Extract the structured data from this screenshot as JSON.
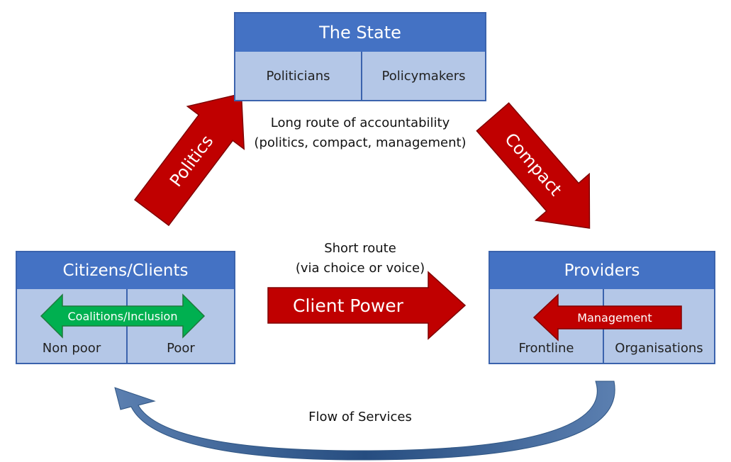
{
  "state": {
    "title": "The State",
    "cells": [
      "Politicians",
      "Policymakers"
    ]
  },
  "citizens": {
    "title": "Citizens/Clients",
    "cells": [
      "Non poor",
      "Poor"
    ],
    "inner_arrow": "Coalitions/Inclusion"
  },
  "providers": {
    "title": "Providers",
    "cells": [
      "Frontline",
      "Organisations"
    ],
    "inner_arrow": "Management"
  },
  "arrows": {
    "politics": "Politics",
    "compact": "Compact",
    "client_power": "Client Power"
  },
  "labels": {
    "long_route_1": "Long route of accountability",
    "long_route_2": "(politics, compact, management)",
    "short_route_1": "Short route",
    "short_route_2": "(via choice or voice)",
    "flow": "Flow of Services"
  },
  "colors": {
    "header_blue": "#4472c4",
    "cell_blue": "#b4c7e7",
    "arrow_red": "#c00000",
    "arrow_green": "#00b050",
    "flow_blue": "#4a6f9e"
  }
}
